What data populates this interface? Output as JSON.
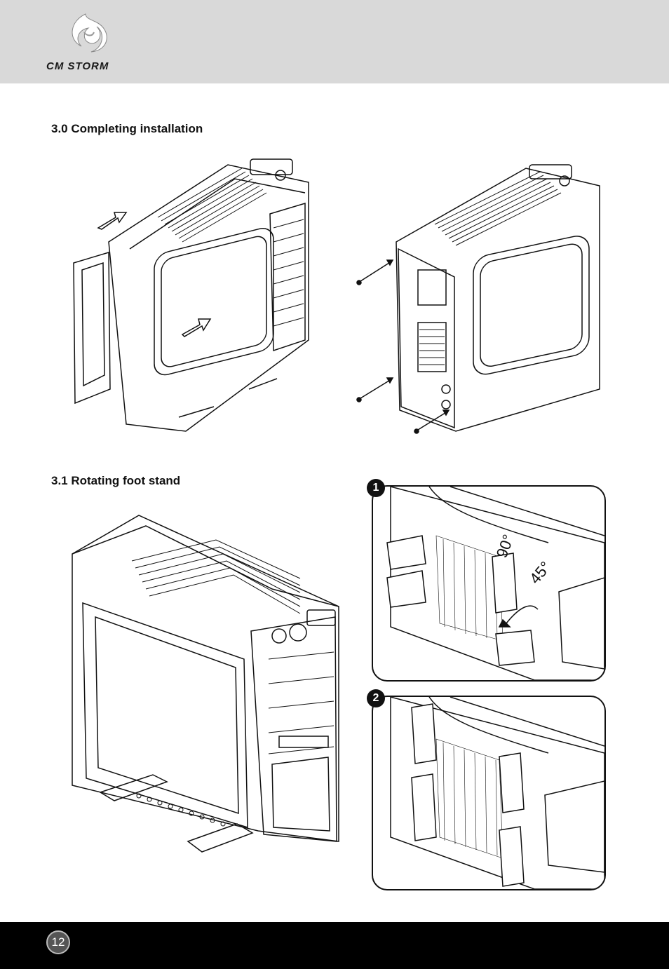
{
  "header": {
    "brand": "CM STORM"
  },
  "sections": [
    {
      "title": "3.0 Completing installation"
    },
    {
      "title": "3.1 Rotating foot stand"
    }
  ],
  "steps": [
    {
      "number": "1",
      "angle_a": "90°",
      "angle_b": "45°"
    },
    {
      "number": "2"
    }
  ],
  "footer": {
    "page_number": "12"
  }
}
